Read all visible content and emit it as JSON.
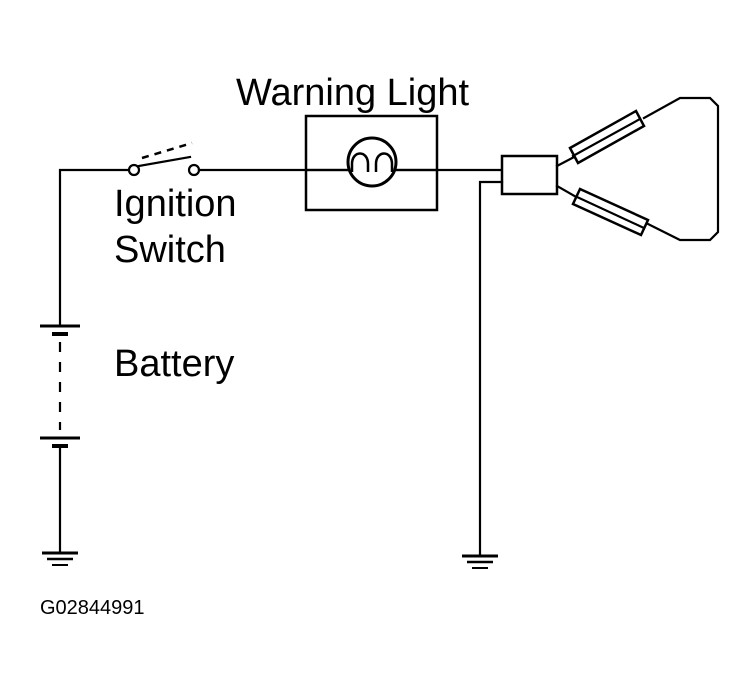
{
  "labels": {
    "warning_light": "Warning Light",
    "ignition_line1": "Ignition",
    "ignition_line2": "Switch",
    "battery": "Battery",
    "figure_id": "G02844991"
  },
  "colors": {
    "line": "#000000",
    "background": "#ffffff"
  }
}
